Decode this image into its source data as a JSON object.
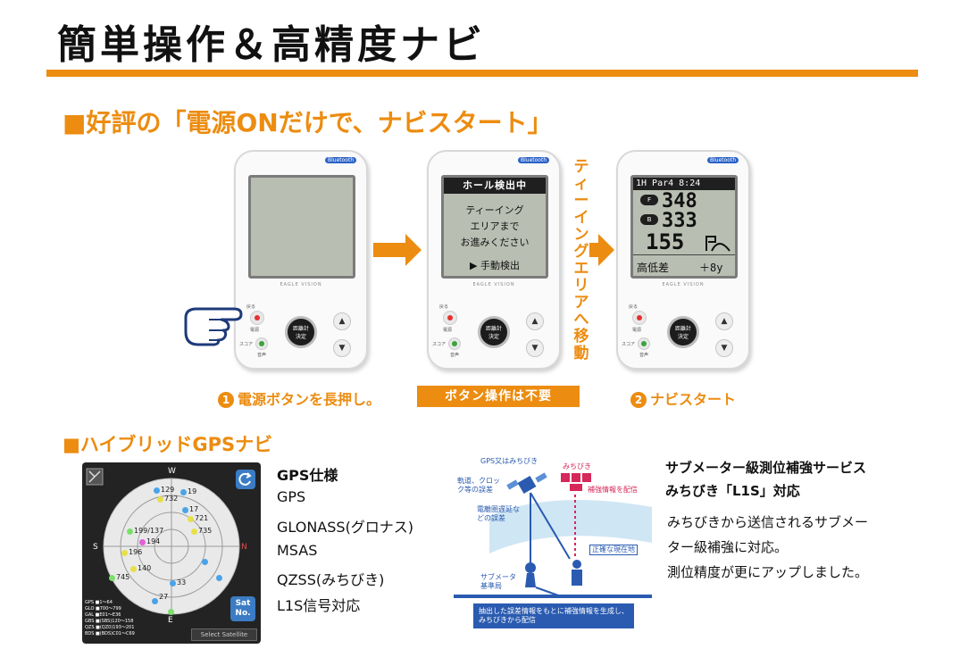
{
  "header": {
    "title": "簡単操作＆高精度ナビ"
  },
  "section1": {
    "title": "■好評の「電源ONだけで、ナビスタート」",
    "device_brand": "EAGLE VISION",
    "bluetooth_label": "Bluetooth",
    "buttons": {
      "back": "戻る",
      "power": "電源",
      "score": "スコア",
      "sound": "音声",
      "center_top": "距離計",
      "center_bottom": "決定",
      "up": "▲",
      "down": "▼"
    },
    "screen2": {
      "header": "ホール検出中",
      "lines": [
        "ティーイング",
        "エリアまで",
        "お進みください",
        "▶ 手動検出"
      ]
    },
    "screen3": {
      "status": "1H Par4  8:24",
      "badge_front": "F",
      "dist_front": "348",
      "badge_back": "B",
      "dist_back": "333",
      "dist_center": "155",
      "elev_label": "高低差",
      "elev_value": "＋8y"
    },
    "vertical_note": "ティーイングエリアへ移動",
    "steps": [
      {
        "number": "1",
        "label": "電源ボタンを長押し。"
      },
      {
        "label": "ボタン操作は不要"
      },
      {
        "number": "2",
        "label": "ナビスタート"
      }
    ]
  },
  "section2": {
    "title": "■ハイブリッドGPSナビ",
    "sky": {
      "compass": {
        "n": "W",
        "e": "N",
        "s": "E",
        "w": "S"
      },
      "satellites": [
        "129",
        "732",
        "19",
        "17",
        "721",
        "735",
        "199/137",
        "194",
        "196",
        "140",
        "745",
        "33",
        "27"
      ],
      "legend": [
        "GPS ■1～64",
        "GLO ■700～799",
        "GAL ■E01～E36",
        "GBS ■(SBS)120～158",
        "QZS ■(QZ0)193～201",
        "BDS ■(BDS)C01～C69"
      ],
      "sat_button": "Sat No.",
      "select_button": "Select Satellite"
    },
    "spec": {
      "title": "GPS仕様",
      "items": [
        "GPS",
        "GLONASS(グロナス)",
        "MSAS",
        "QZSS(みちびき)",
        "L1S信号対応"
      ]
    },
    "diagram": {
      "labels": {
        "satellite": "GPS又はみちびき",
        "error": "軌道、クロック等の誤差",
        "michibiki": "みちびき",
        "delivery": "補強情報を配信",
        "iono": "電離圏遅延などの誤差",
        "position": "正確な現在地",
        "station": "サブメータ基準局",
        "bottom": "抽出した誤差情報をもとに補強情報を生成し、みちびきから配信"
      }
    },
    "right": {
      "title_lines": [
        "サブメーター級測位補強サービス",
        "みちびき「L1S」対応"
      ],
      "body_lines": [
        "みちびきから送信されるサブメー",
        "ター級補強に対応。",
        "測位精度が更にアップしました。"
      ]
    }
  },
  "colors": {
    "accent": "#ec8c10",
    "screen": "#b9beb2",
    "diagram_blue": "#2a5bb0"
  }
}
